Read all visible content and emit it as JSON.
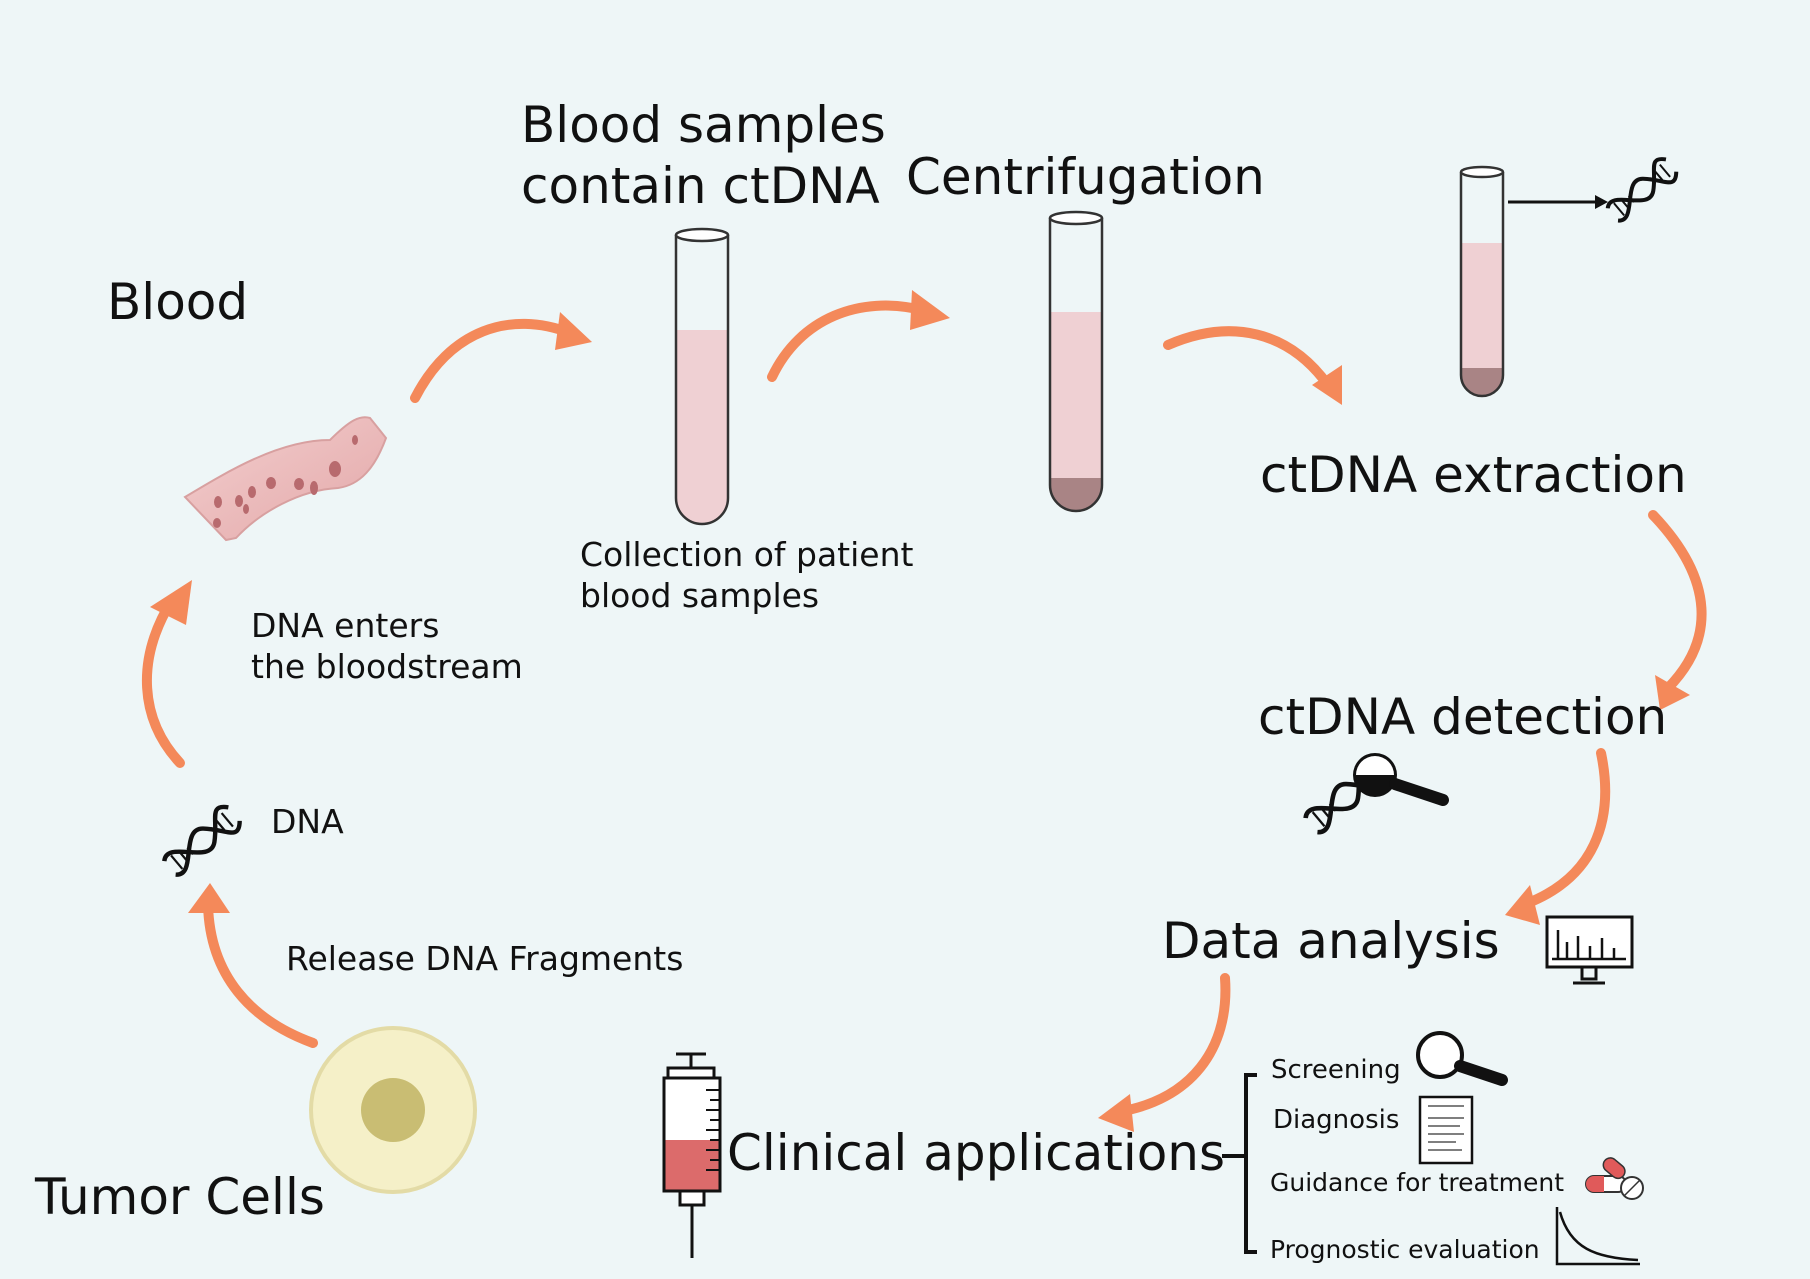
{
  "labels": {
    "blood": "Blood",
    "blood_samples_line1": "Blood samples",
    "blood_samples_line2": "contain ctDNA",
    "centrifugation": "Centrifugation",
    "ctdna_extraction": "ctDNA extraction",
    "ctdna_detection": "ctDNA detection",
    "data_analysis": "Data analysis",
    "clinical_applications": "Clinical applications",
    "tumor_cells": "Tumor Cells",
    "dna": "DNA",
    "release_dna": "Release DNA Fragments",
    "dna_enters_line1": "DNA enters",
    "dna_enters_line2": "the bloodstream",
    "collection_line1": "Collection of patient",
    "collection_line2": "blood samples"
  },
  "applications": [
    "Screening",
    "Diagnosis",
    "Guidance for treatment",
    "Prognostic evaluation"
  ],
  "icons": {
    "dna": "dna-helix-icon",
    "magnifier": "magnifier-icon",
    "monitor": "bar-chart-monitor-icon",
    "report": "diagnosis-report-icon",
    "pill": "pill-capsule-icon",
    "curve": "decay-curve-icon",
    "syringe": "syringe-icon",
    "tube": "test-tube-icon",
    "vessel": "blood-vessel-icon",
    "cell": "tumor-cell-icon"
  },
  "colors": {
    "background": "#eef6f7",
    "arrow": "#f4895a",
    "plasma": "#efd0d3",
    "sediment": "#a98485",
    "syringe_blood": "#dc6b6b",
    "cell_outer": "#f5f0c8",
    "cell_nucleus": "#c9bd73",
    "vessel": "#e9b3b3",
    "vessel_dots": "#b86a6e"
  }
}
